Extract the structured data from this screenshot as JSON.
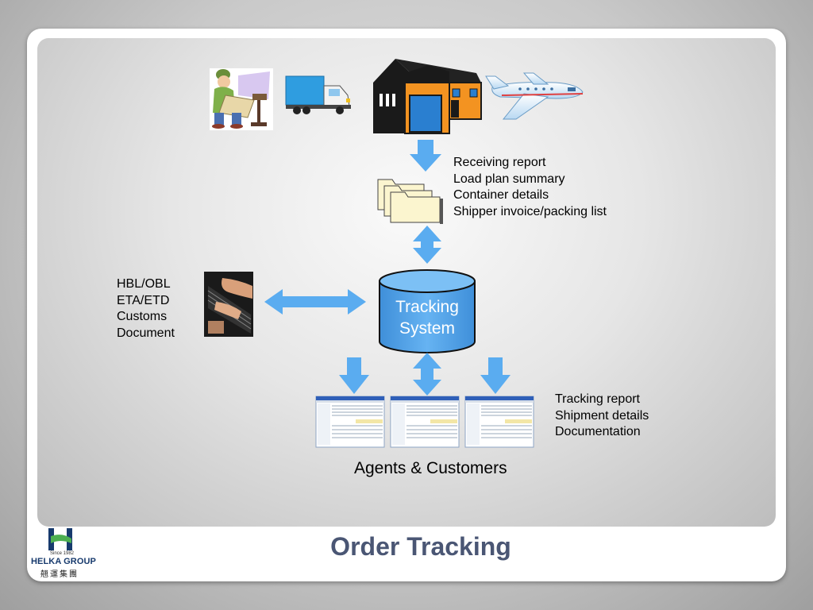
{
  "slide": {
    "title": "Order Tracking"
  },
  "logo": {
    "since": "Since 1982",
    "name": "HELKA GROUP",
    "chinese": "翹運集團"
  },
  "diagram": {
    "receiving_docs": [
      "Receiving report",
      "Load plan summary",
      "Container details",
      "Shipper invoice/packing list"
    ],
    "entry_docs": [
      "HBL/OBL",
      "ETA/ETD",
      "Customs",
      "Document"
    ],
    "system": {
      "line1": "Tracking",
      "line2": "System"
    },
    "output_docs": [
      "Tracking report",
      "Shipment details",
      "Documentation"
    ],
    "audience": "Agents & Customers"
  },
  "icons": {
    "worker": "worker-packing-icon",
    "truck": "truck-icon",
    "warehouse": "warehouse-icon",
    "airplane": "airplane-icon",
    "folders": "folders-icon",
    "keyboard": "keyboard-typing-icon",
    "database": "database-cylinder-icon",
    "screens": "software-screenshot-icon"
  },
  "colors": {
    "arrow": "#5aacf0",
    "database_fill": "#5aa8ec",
    "title": "#4a5674",
    "warehouse_orange": "#f39321"
  }
}
